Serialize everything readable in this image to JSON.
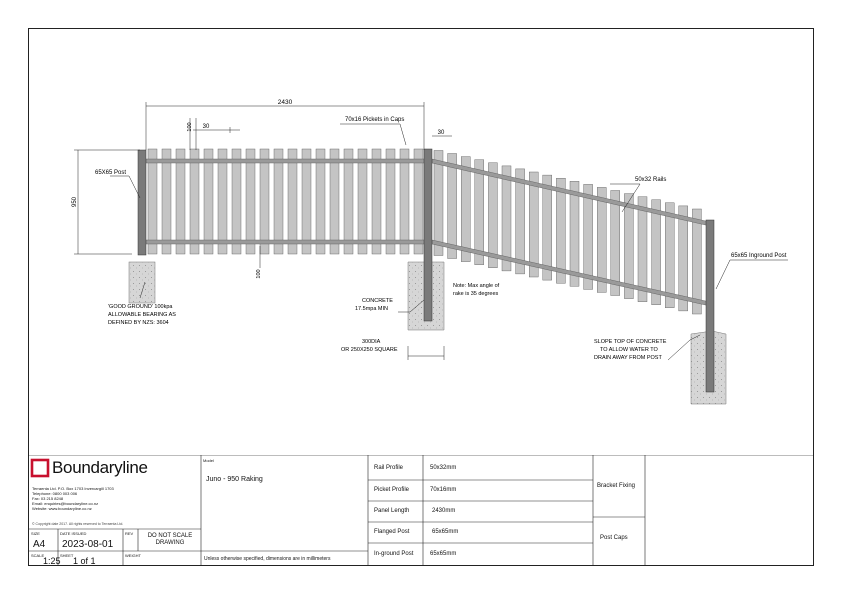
{
  "drawing": {
    "dims": {
      "panel_length": "2430",
      "picket_gap_1": "30",
      "picket_gap_2": "30",
      "rail_offset_top": "100",
      "rail_offset_bottom": "100",
      "height": "950"
    },
    "callouts": {
      "pickets": "70x16 Pickets in Caps",
      "post_left": "65X65 Post",
      "rails": "50x32 Rails",
      "inground_post": "65x65 Inground Post",
      "ground_line1": "'GOOD GROUND' 100kpa",
      "ground_line2": "ALLOWABLE BEARING AS",
      "ground_line3": "DEFINED BY NZS: 3604",
      "concrete_line1": "CONCRETE",
      "concrete_line2": "17.5mpa MIN",
      "footing_line1": "300DIA",
      "footing_line2": "OR 250X250 SQUARE",
      "note_line1": "Note: Max angle of",
      "note_line2": "rake is 35 degrees",
      "slope_line1": "SLOPE TOP OF CONCRETE",
      "slope_line2": "TO ALLOW WATER TO",
      "slope_line3": "DRAIN AWAY FROM POST"
    }
  },
  "title_block": {
    "brand": "Boundaryline",
    "company_lines": [
      "Terraenta Ltd. P.O. Box 1703 Invercargill 1703",
      "Telephone: 0800 003 006",
      "Fax: 03 215 8248",
      "Email: enquiries@boundaryline.co.nz",
      "Website: www.boundaryline.co.nz"
    ],
    "copyright": "© Copyright date 2017. All rights reserved to Terraenta Ltd.",
    "size_label": "SIZE",
    "size_value": "A4",
    "date_label": "DATE ISSUED",
    "date_value": "2023-08-01",
    "rev_label": "REV",
    "do_not_scale": "DO NOT SCALE DRAWING",
    "scale_label": "SCALE",
    "scale_value": "1:25",
    "sheet_label": "SHEET",
    "sheet_value": "1 of 1",
    "weight_label": "WEIGHT",
    "model_label": "Model",
    "model_value": "Juno - 950 Raking",
    "units_note": "Unless otherwise specified, dimensions are in millimeters",
    "specs": [
      {
        "label": "Rail Profile",
        "value": "50x32mm"
      },
      {
        "label": "Picket Profile",
        "value": "70x16mm"
      },
      {
        "label": "Panel Length",
        "value": "2430mm"
      },
      {
        "label": "Flanged Post",
        "value": "65x65mm"
      },
      {
        "label": "In-ground Post",
        "value": "65x65mm"
      }
    ],
    "bracket_fixing": "Bracket Fixing",
    "post_caps": "Post Caps"
  }
}
